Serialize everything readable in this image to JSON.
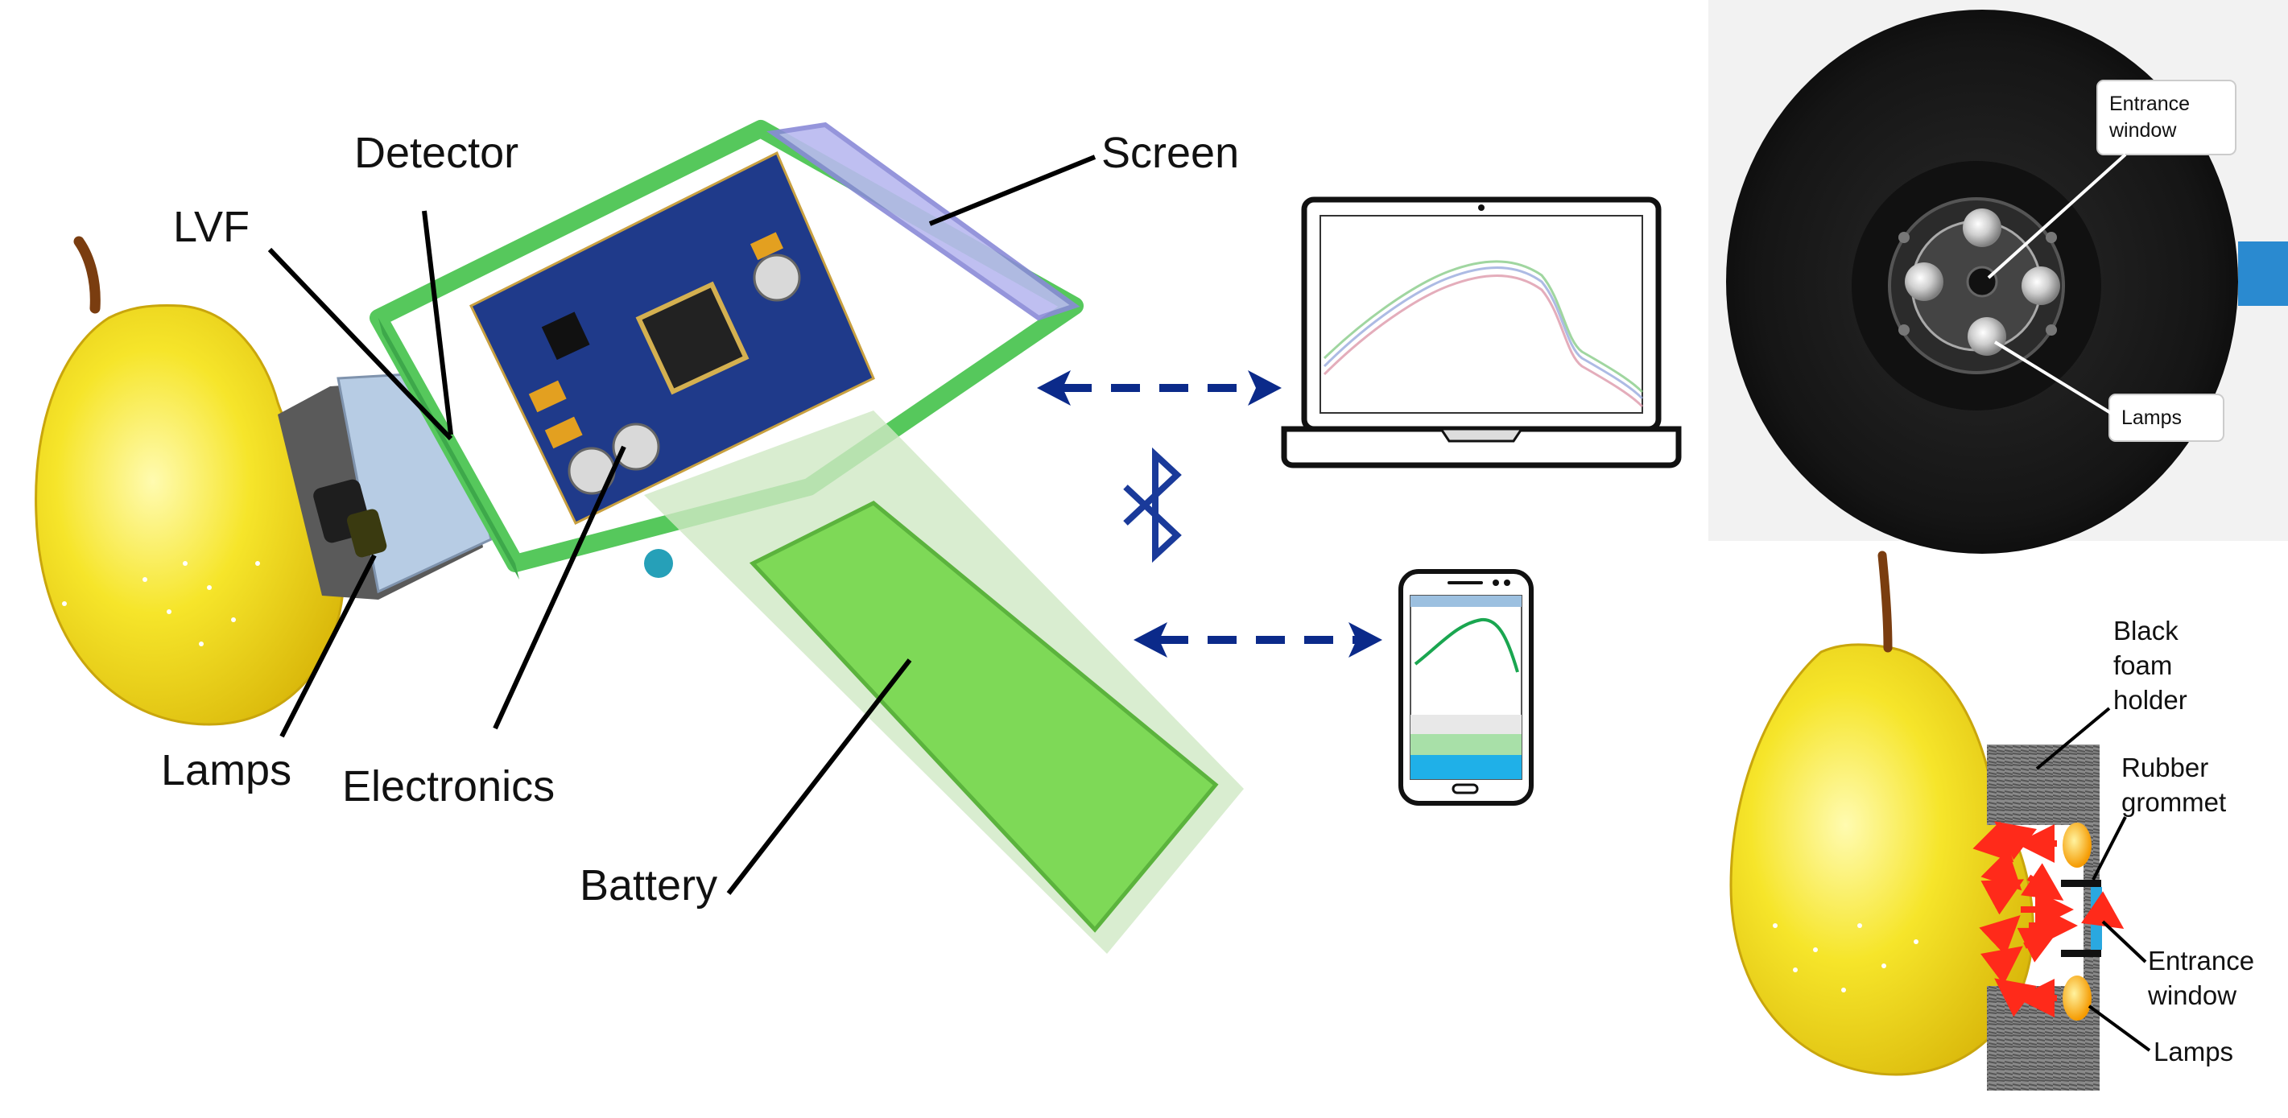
{
  "left_labels": {
    "detector": "Detector",
    "lvf": "LVF",
    "screen": "Screen",
    "lamps": "Lamps",
    "electronics": "Electronics",
    "battery": "Battery"
  },
  "photo_labels": {
    "entrance_window": [
      "Entrance",
      "window"
    ],
    "lamps": "Lamps"
  },
  "cross_section_labels": {
    "foam_holder": [
      "Black",
      "foam",
      "holder"
    ],
    "rubber_grommet": [
      "Rubber",
      "grommet"
    ],
    "entrance_window": [
      "Entrance",
      "window"
    ],
    "lamps": "Lamps"
  },
  "icons": [
    "pear-icon",
    "laptop-icon",
    "smartphone-icon",
    "bluetooth-icon"
  ],
  "colors": {
    "pear": "#f3e01f",
    "pcb": "#1f3a8a",
    "housing": "#56c85c",
    "battery": "#7ed957",
    "arrow_blue": "#0b2a8a",
    "light_arrow": "#ff2a1a",
    "foam": "#1a1a1a"
  }
}
